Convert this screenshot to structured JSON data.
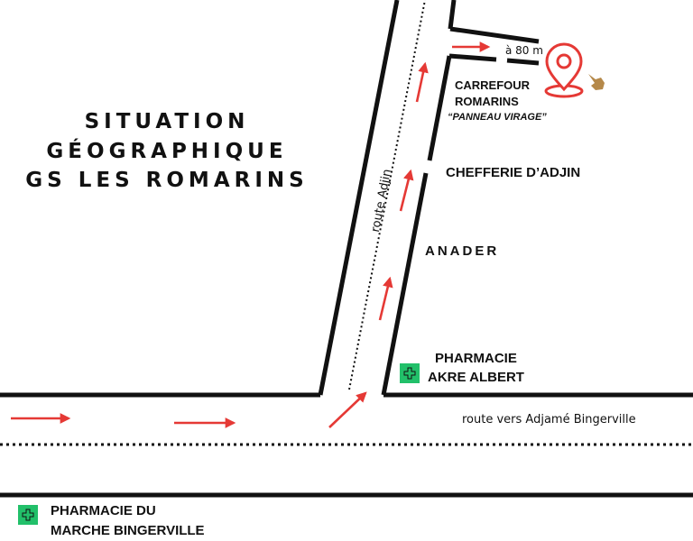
{
  "title": {
    "line1": "SITUATION",
    "line2": "GÉOGRAPHIQUE",
    "line3": "GS LES ROMARINS"
  },
  "landmarks": {
    "carrefour_line1": "CARREFOUR",
    "carrefour_line2": "ROMARINS",
    "carrefour_line3": "“PANNEAU VIRAGE”",
    "chefferie": "CHEFFERIE D’ADJIN",
    "anader": "ANADER",
    "pharmacie_akre_line1": "PHARMACIE",
    "pharmacie_akre_line2": "AKRE ALBERT",
    "pharmacie_marche_line1": "PHARMACIE DU",
    "pharmacie_marche_line2": "MARCHE BINGERVILLE"
  },
  "roads": {
    "route_adjin": "route Adjin",
    "route_bingerville": "route vers Adjamé Bingerville",
    "distance": "à 80 m"
  },
  "icons": {
    "destination": "map-pin-icon",
    "pointer": "pointing-hand-icon",
    "pharmacy": "pharmacy-cross-icon"
  },
  "colors": {
    "arrow": "#e53935",
    "pin": "#e53935",
    "pharmacy": "#22c06a",
    "road": "#111111"
  }
}
